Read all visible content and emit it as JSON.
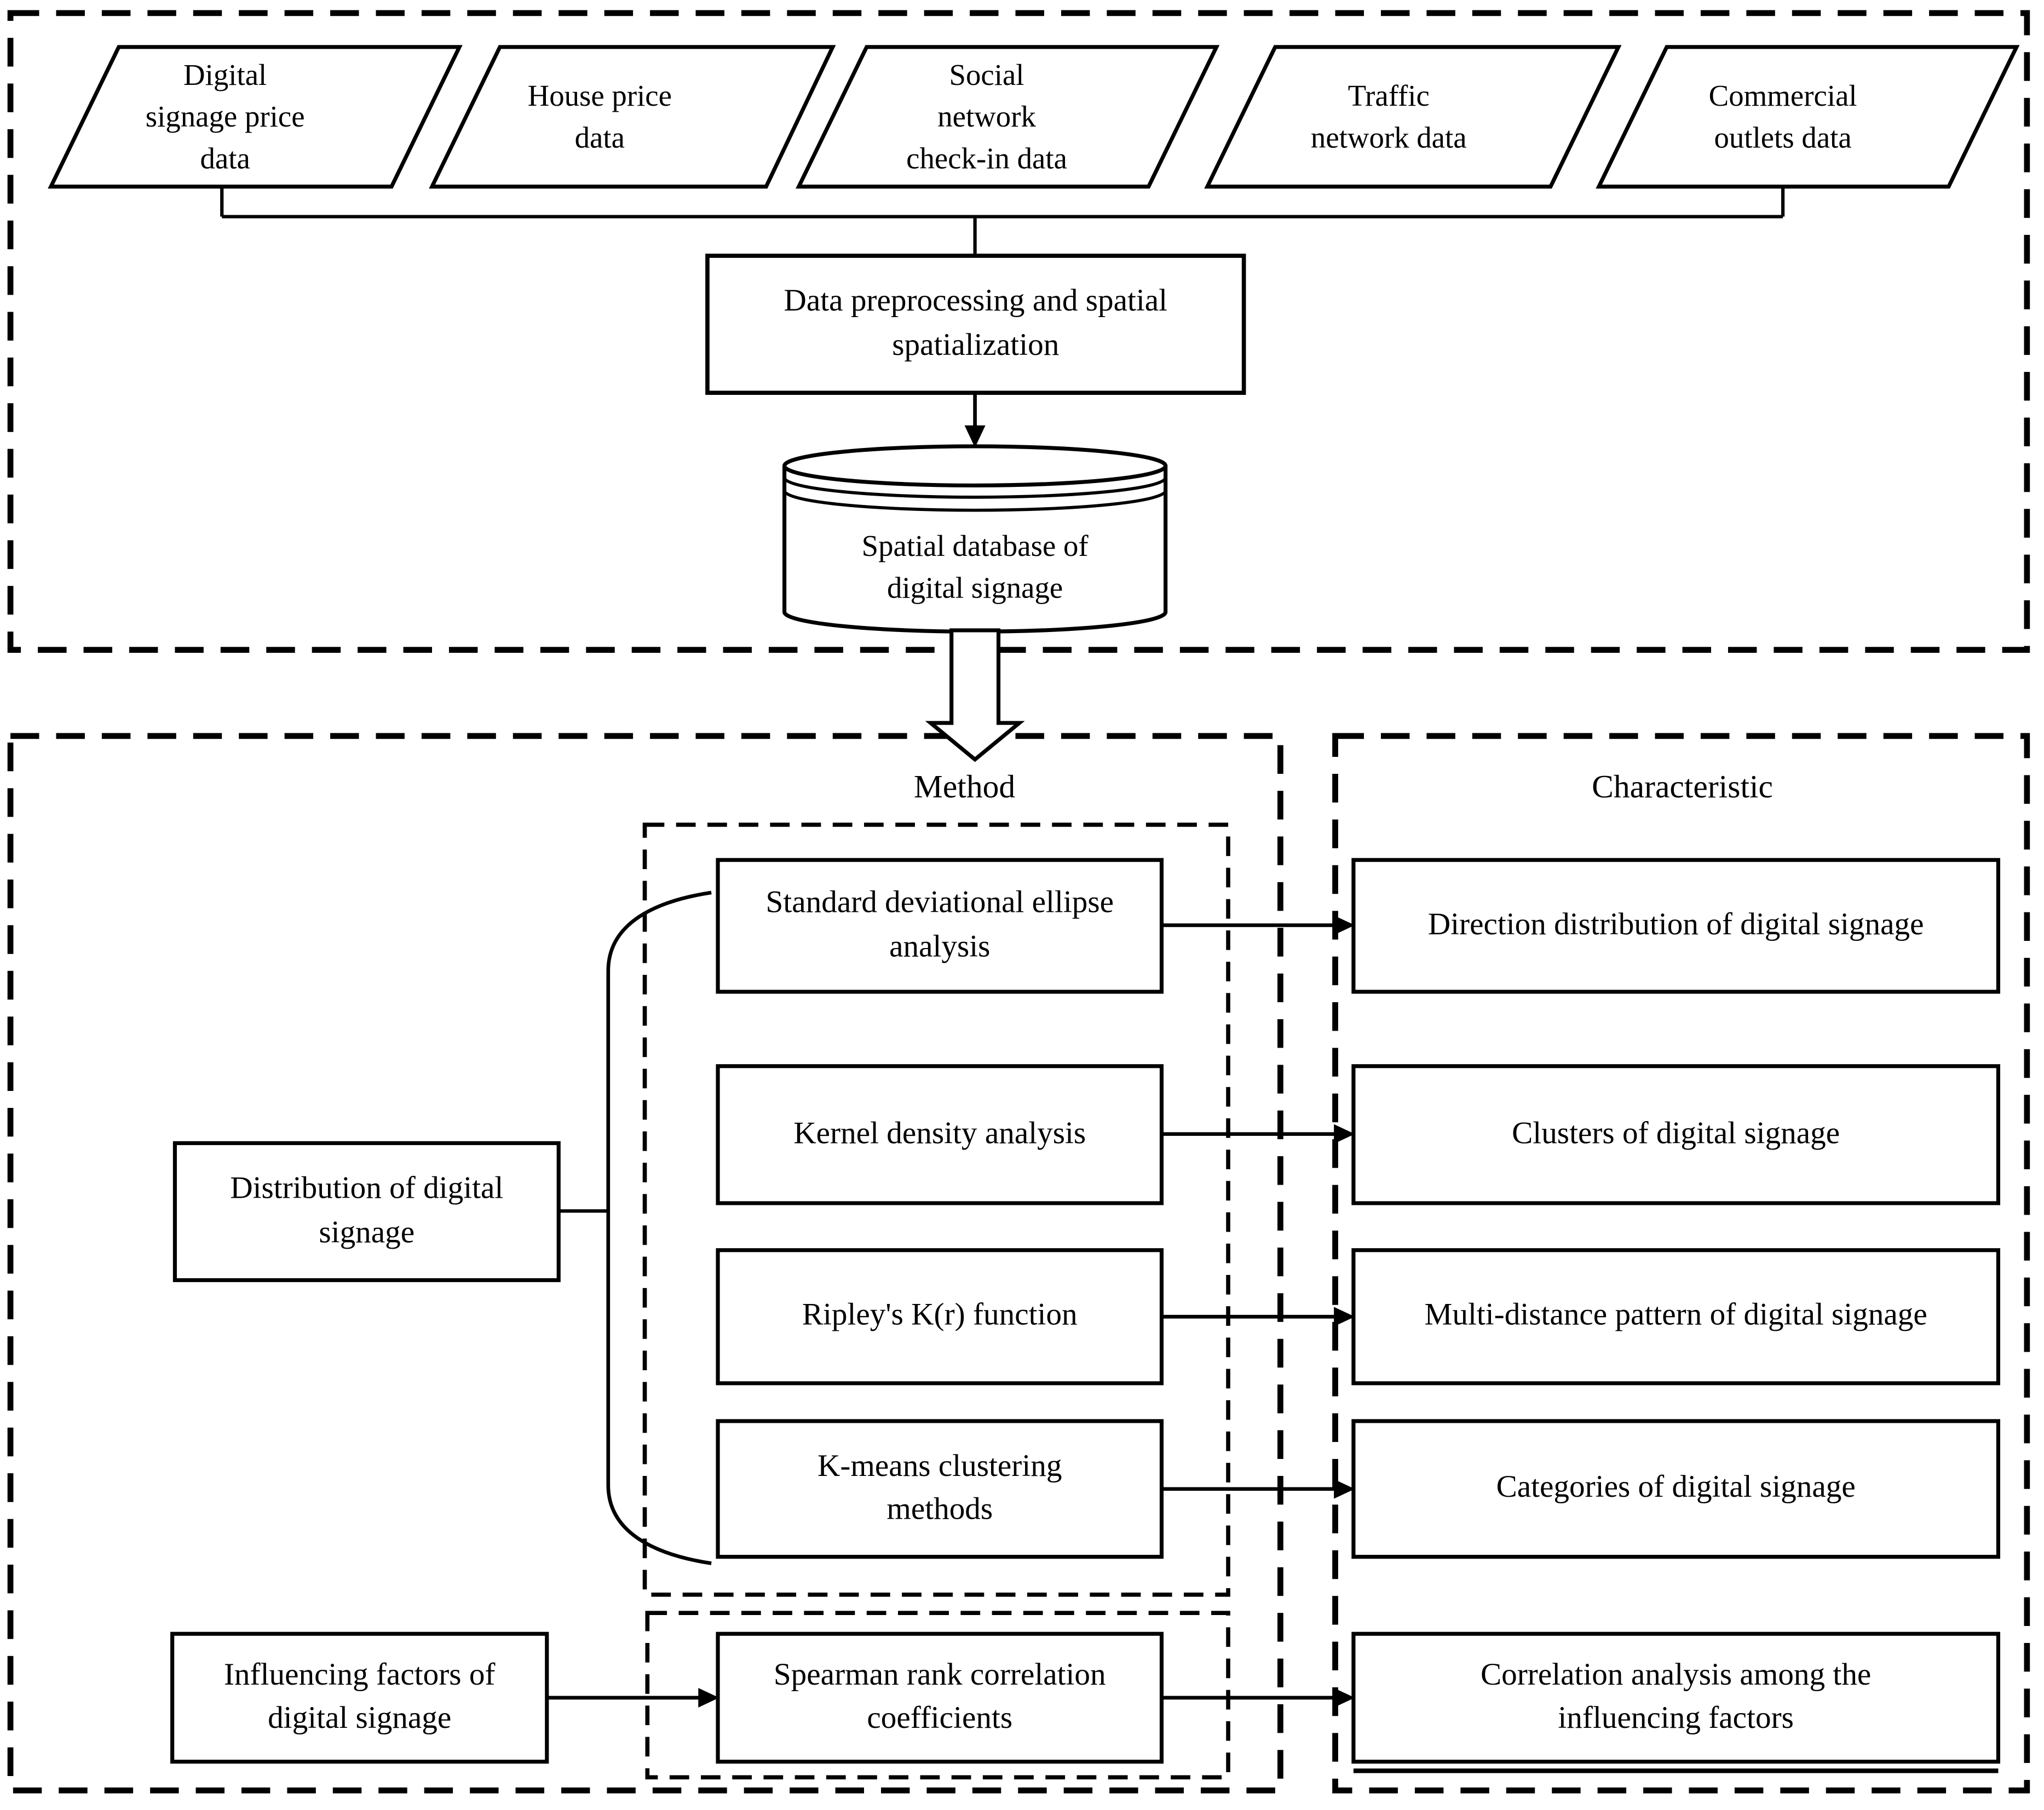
{
  "top": {
    "sources": [
      "Digital\nsignage price\ndata",
      "House price\ndata",
      "Social\nnetwork\ncheck-in data",
      "Traffic\nnetwork data",
      "Commercial\noutlets data"
    ],
    "preprocess_label": "Data preprocessing and spatial\nspatialization",
    "database_label": "Spatial database of\ndigital signage"
  },
  "bottom": {
    "method_header": "Method",
    "characteristic_header": "Characteristic",
    "left_boxes": [
      "Distribution of digital\nsignage",
      "Influencing factors of\ndigital signage"
    ],
    "methods": [
      "Standard deviational ellipse\nanalysis",
      "Kernel density analysis",
      "Ripley's K(r)  function",
      "K-means clustering\nmethods",
      "Spearman rank correlation\ncoefficients"
    ],
    "characteristics": [
      "Direction distribution of digital signage",
      "Clusters of digital signage",
      "Multi-distance pattern of digital signage",
      "Categories of digital signage",
      "Correlation analysis among the\ninfluencing factors"
    ]
  },
  "colors": {
    "ink": "#000000",
    "paper": "#ffffff"
  }
}
